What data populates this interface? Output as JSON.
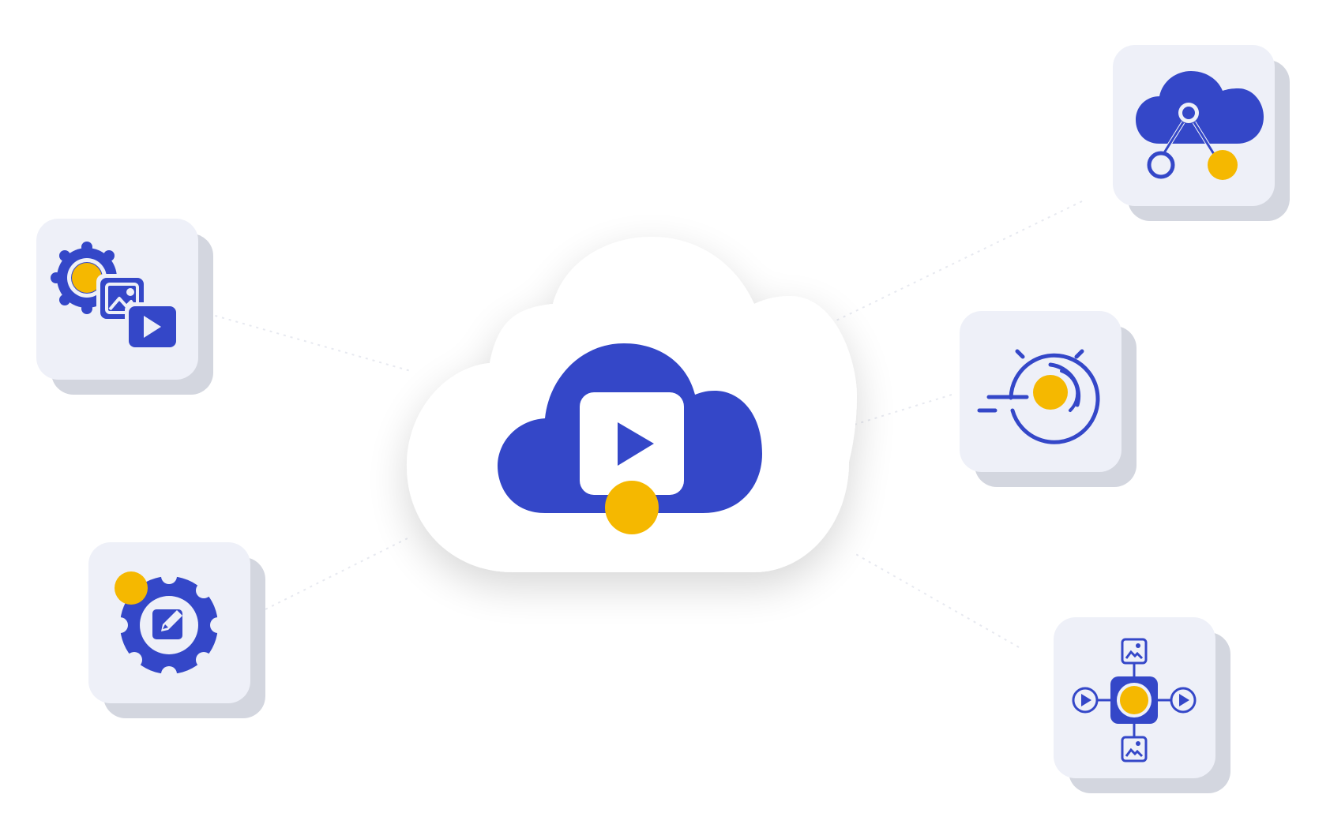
{
  "diagram": {
    "center": {
      "icon": "cloud-video-icon"
    },
    "nodes": [
      {
        "id": "media-processing",
        "icon": "gear-image-video-icon"
      },
      {
        "id": "content-editing",
        "icon": "gear-edit-icon"
      },
      {
        "id": "cloud-network",
        "icon": "cloud-network-icon"
      },
      {
        "id": "fast-delivery",
        "icon": "speed-dial-icon"
      },
      {
        "id": "media-distribution",
        "icon": "hub-distribution-icon"
      }
    ]
  },
  "colors": {
    "primary": "#3447C8",
    "accent": "#F5B800",
    "tile": "#EEF0F8",
    "tile_shadow": "#D3D6DF",
    "cloud": "#FFFFFF",
    "background": "#FFFFFF"
  }
}
